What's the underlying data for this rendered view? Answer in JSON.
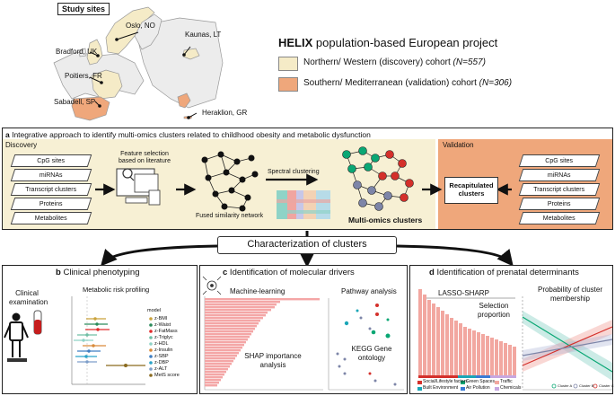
{
  "map": {
    "title": "Study sites",
    "sites": [
      "Oslo, NO",
      "Kaunas, LT",
      "Bradford, UK",
      "Poitiers, FR",
      "Sabadell, SP",
      "Heraklion, GR"
    ]
  },
  "project": {
    "brand": "HELIX",
    "title": " population-based European project",
    "northern_label": "Northern/ Western (discovery) cohort ",
    "northern_n": "(N=557)",
    "southern_label": "Southern/ Mediterranean (validation) cohort ",
    "southern_n": "(N=306)"
  },
  "colors": {
    "northern": "#f5ebc7",
    "southern": "#efa77b",
    "green": "#0aa774",
    "red": "#d4302b",
    "teal": "#1aa6b7"
  },
  "panel_a": {
    "letter": "a",
    "title": " Integrative approach to identify multi-omics clusters related to childhood obesity and metabolic dysfunction",
    "discovery_label": "Discovery",
    "validation_label": "Validation",
    "omics": [
      "CpG sites",
      "miRNAs",
      "Transcript clusters",
      "Proteins",
      "Metabolites"
    ],
    "feature_selection": "Feature selection based on literature",
    "fused_network": "Fused similarity network",
    "spectral": "Spectral clustering",
    "multiomics": "Multi-omics clusters",
    "recapitulated": "Recapitulated clusters"
  },
  "characterization": "Characterization of clusters",
  "panel_b": {
    "letter": "b",
    "title": " Clinical phenotyping",
    "exam": "Clinical examination",
    "profiling": "Metabolic risk profiling",
    "legend_title": "model",
    "models": [
      "z-BMI",
      "z-Waist",
      "z-FatMass",
      "z-Triglyc",
      "z-HDL",
      "z-Insulin",
      "z-SBP",
      "z-DBP",
      "z-ALT",
      "MetS score"
    ]
  },
  "panel_c": {
    "letter": "c",
    "title": " Identification of molecular drivers",
    "ml": "Machine-learning",
    "shap": "SHAP importance analysis",
    "pathway": "Pathway analysis",
    "kegg": "KEGG Gene ontology"
  },
  "panel_d": {
    "letter": "d",
    "title": " Identification of prenatal determinants",
    "lasso": "LASSO-SHARP",
    "selection": "Selection proportion",
    "probability": "Probability of cluster membership",
    "categories": [
      "Social/Lifestyle factors",
      "Green Spaces",
      "Traffic",
      "Built Environment",
      "Air Pollution",
      "Chemicals"
    ],
    "clusters": [
      "Cluster A",
      "Cluster B",
      "Cluster C"
    ]
  }
}
